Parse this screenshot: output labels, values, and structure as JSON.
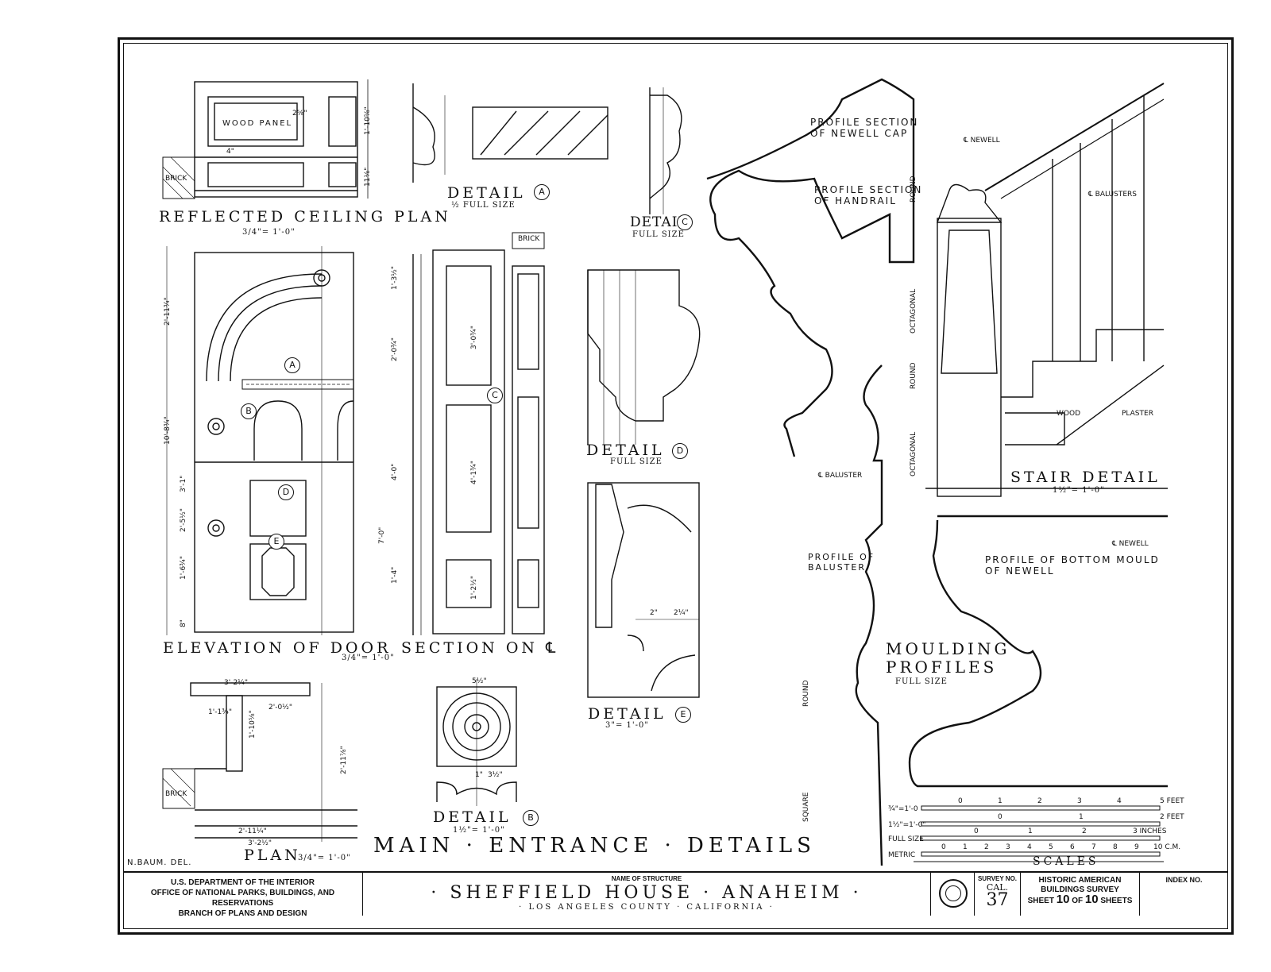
{
  "drawings": {
    "reflected_ceiling": {
      "title": "REFLECTED CEILING PLAN",
      "scale": "3/4\"= 1'-0\"",
      "label_panel": "WOOD PANEL",
      "label_brick": "BRICK"
    },
    "detail_a": {
      "title": "DETAIL",
      "letter": "A",
      "scale": "½ FULL SIZE"
    },
    "detail_c": {
      "title": "DETAIL",
      "letter": "C",
      "scale": "FULL SIZE"
    },
    "detail_d": {
      "title": "DETAIL",
      "letter": "D",
      "scale": "FULL SIZE"
    },
    "detail_e": {
      "title": "DETAIL",
      "letter": "E",
      "scale": "3\"= 1'-0\""
    },
    "detail_b": {
      "title": "DETAIL",
      "letter": "B",
      "scale": "1½\"= 1'-0\""
    },
    "elevation": {
      "title": "ELEVATION OF DOOR",
      "scale": "3/4\"= 1'-0\""
    },
    "section": {
      "title": "SECTION ON ℄",
      "label_brick": "BRICK"
    },
    "plan": {
      "title": "PLAN",
      "scale": "3/4\"= 1'-0\"",
      "label_brick": "BRICK"
    },
    "main_title": "MAIN · ENTRANCE · DETAILS",
    "delineator": "N.BAUM. DEL.",
    "profile_newell_cap": "PROFILE SECTION OF NEWELL CAP",
    "profile_handrail": "PROFILE SECTION OF HANDRAIL",
    "profile_baluster": "PROFILE OF BALUSTER",
    "baluster_cl": "℄ BALUSTER",
    "moulding": {
      "title_1": "MOULDING",
      "title_2": "PROFILES",
      "scale": "FULL SIZE"
    },
    "stair": {
      "title": "STAIR DETAIL",
      "scale": "1½\"= 1'-0\"",
      "newell": "℄ NEWELL",
      "balusters": "℄ BALUSTERS",
      "wood": "WOOD",
      "plaster": "PLASTER"
    },
    "newell_profile": {
      "label": "PROFILE OF BOTTOM MOULD OF NEWELL",
      "cl": "℄ NEWELL"
    },
    "newell_labels": {
      "round_1": "ROUND",
      "octagonal_1": "OCTAGONAL",
      "round_2": "ROUND",
      "octagonal_2": "OCTAGONAL"
    },
    "baluster_labels": {
      "round": "ROUND",
      "square": "SQUARE"
    },
    "dims_elevation": [
      "2'-11¾\"",
      "10'-8¾\"",
      "3'-1\"",
      "2'-5½\"",
      "1'-6¾\"",
      "8\""
    ],
    "dims_section": [
      "1'-3½\"",
      "2'-0¾\"",
      "4'-0\"",
      "7'-0\"",
      "1'-4\"",
      "3'-0¾\"",
      "4'-1¾\"",
      "1'-2½\""
    ],
    "dims_ceiling": [
      "1'-10⅝\"",
      "11⅛\"",
      "2⅝\"",
      "4\""
    ],
    "dims_plan": [
      "3'-2¼\"",
      "2'-0½\"",
      "1'-10⅝\"",
      "2'-11⅞\"",
      "2'-11¼\"",
      "3'-2½\"",
      "1'-1¾\""
    ],
    "dims_detail_e": [
      "2\"",
      "2¼\""
    ],
    "dims_detail_b": [
      "5½\"",
      "1\"",
      "3½\""
    ]
  },
  "scales": {
    "title": "SCALES",
    "rows": [
      {
        "label": "¾\"=1'-0",
        "ticks": [
          "0",
          "1",
          "2",
          "3",
          "4",
          "5 FEET"
        ]
      },
      {
        "label": "1½\"=1'-0\"",
        "ticks": [
          "0",
          "1",
          "2 FEET"
        ]
      },
      {
        "label": "FULL SIZE",
        "ticks": [
          "0",
          "1",
          "2",
          "3 INCHES"
        ]
      },
      {
        "label": "METRIC",
        "ticks": [
          "0",
          "1",
          "2",
          "3",
          "4",
          "5",
          "6",
          "7",
          "8",
          "9",
          "10 C.M."
        ]
      }
    ]
  },
  "title_block": {
    "agency_1": "U.S. DEPARTMENT OF THE INTERIOR",
    "agency_2": "OFFICE OF NATIONAL PARKS, BUILDINGS, AND RESERVATIONS",
    "agency_3": "BRANCH OF PLANS AND DESIGN",
    "name_caption": "NAME OF STRUCTURE",
    "structure": "· SHEFFIELD HOUSE · ANAHEIM ·",
    "location": "· LOS ANGELES COUNTY · CALIFORNIA ·",
    "survey_caption": "SURVEY NO.",
    "survey_state": "CAL.",
    "survey_number": "37",
    "habs_1": "HISTORIC AMERICAN",
    "habs_2": "BUILDINGS SURVEY",
    "sheet_prefix": "SHEET",
    "sheet_num": "10",
    "sheet_of": "OF",
    "sheet_total": "10",
    "sheet_suffix": "SHEETS",
    "index_caption": "INDEX NO."
  }
}
